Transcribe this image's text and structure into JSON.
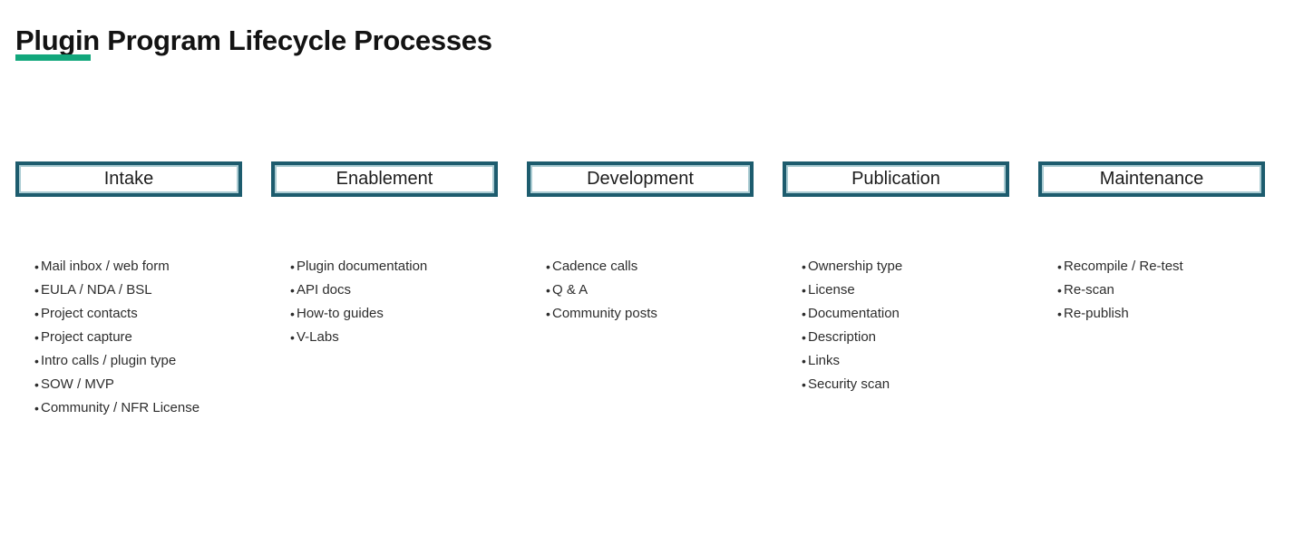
{
  "page": {
    "title": "Plugin Program Lifecycle Processes"
  },
  "bullet_glyph": "•",
  "colors": {
    "accent_green": "#12a77c",
    "box_border_teal": "#1d5c6e",
    "box_inner_line": "#a9cbd2",
    "title_text": "#131313",
    "body_text": "#2d2d2d"
  },
  "phases": [
    {
      "label": "Intake",
      "items": [
        "Mail inbox / web form",
        "EULA / NDA / BSL",
        "Project contacts",
        "Project capture",
        "Intro calls / plugin type",
        "SOW / MVP",
        "Community / NFR License"
      ]
    },
    {
      "label": "Enablement",
      "items": [
        "Plugin documentation",
        "API docs",
        "How-to guides",
        "V-Labs"
      ]
    },
    {
      "label": "Development",
      "items": [
        "Cadence calls",
        "Q & A",
        "Community posts"
      ]
    },
    {
      "label": "Publication",
      "items": [
        "Ownership type",
        "License",
        "Documentation",
        "Description",
        "Links",
        "Security scan"
      ]
    },
    {
      "label": "Maintenance",
      "items": [
        "Recompile / Re-test",
        "Re-scan",
        "Re-publish"
      ]
    }
  ]
}
